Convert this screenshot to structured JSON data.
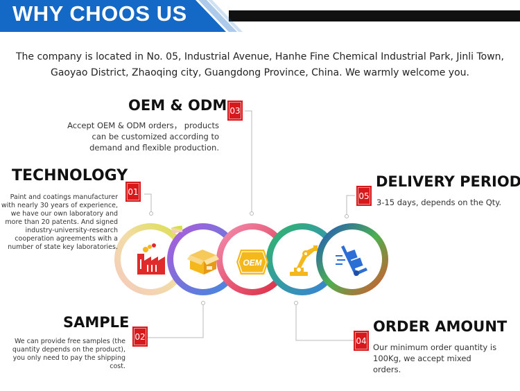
{
  "banner": {
    "title": "WHY CHOOS US",
    "colors": {
      "primary": "#1468c6",
      "dark_bar": "#111111"
    }
  },
  "intro": {
    "line1": "The company is located in No. 05, Industrial Avenue, Hanhe Fine Chemical Industrial Park, Jinli Town,",
    "line2": "Gaoyao District, Zhaoqing city, Guangdong Province, China. We warmly welcome you."
  },
  "features": [
    {
      "number": "01",
      "title": "TECHNOLOGY",
      "lines": [
        "Paint and coatings manufacturer",
        "with nearly 30 years of experience,",
        "we have our own laboratory and",
        "more than 20 patents. And signed",
        "industry-university-research",
        "cooperation agreements with a",
        "number of state key laboratories."
      ],
      "icon": "factory-icon",
      "ring_colors": [
        "#f4d6b0",
        "#d2e14a"
      ]
    },
    {
      "number": "02",
      "title": "SAMPLE",
      "lines": [
        "We can provide free samples (the",
        "quantity depends on the product),",
        "you only need to pay the shipping",
        "cost."
      ],
      "icon": "box-icon",
      "ring_colors": [
        "#a45ad8",
        "#3d7fe0"
      ]
    },
    {
      "number": "03",
      "title": "OEM & ODM",
      "lines": [
        "Accept OEM & ODM orders， products",
        "can be customized according to",
        "demand and flexible production."
      ],
      "icon": "oem-badge-icon",
      "icon_text": "OEM",
      "ring_colors": [
        "#f06a9a",
        "#d9263c"
      ]
    },
    {
      "number": "04",
      "title": "ORDER AMOUNT",
      "lines": [
        "Our minimum order quantity is",
        "100Kg, we accept mixed",
        "orders."
      ],
      "icon": "robot-arm-icon",
      "ring_colors": [
        "#33b56a",
        "#3b86d9"
      ]
    },
    {
      "number": "05",
      "title": "DELIVERY PERIOD",
      "lines": [
        "3-15 days, depends on the Qty."
      ],
      "icon": "hand-truck-icon",
      "ring_colors": [
        "#2a59c7",
        "#e4522a"
      ]
    }
  ],
  "colors": {
    "badge": "#d7191c",
    "connector": "#b8b8b8",
    "icon_fill": "#f5b81c",
    "factory_fill": "#e02b2b"
  }
}
